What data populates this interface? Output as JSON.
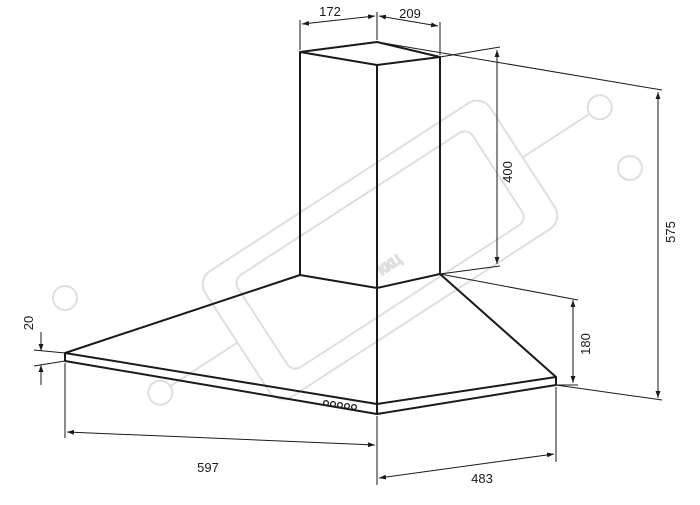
{
  "dimensions": {
    "chimney_width": "172",
    "chimney_depth": "209",
    "chimney_height": "400",
    "total_height": "575",
    "canopy_thickness": "20",
    "canopy_height": "180",
    "canopy_width": "597",
    "canopy_depth": "483"
  },
  "watermark": {
    "text": "ККЦ"
  },
  "colors": {
    "line": "#1a1a1a",
    "watermark": "#d9d9d9",
    "background": "#ffffff"
  }
}
